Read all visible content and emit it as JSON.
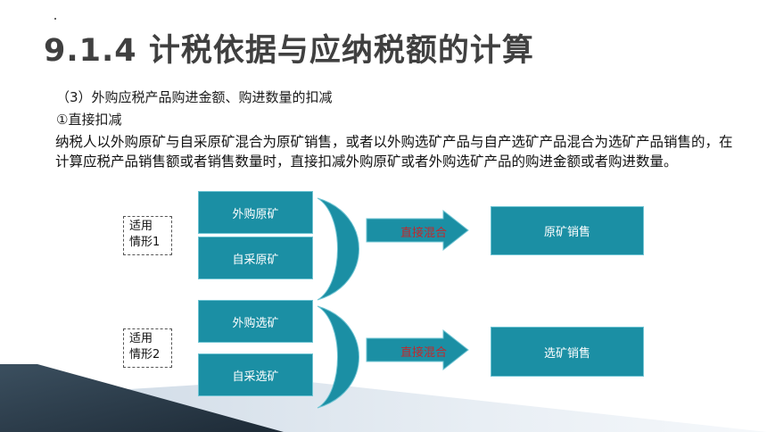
{
  "title": "9.1.4 计税依据与应纳税额的计算",
  "subheading": "（3）外购应税产品购进金额、购进数量的扣减",
  "item": "①直接扣减",
  "paragraph": "纳税人以外购原矿与自采原矿混合为原矿销售，或者以外购选矿产品与自产选矿产品混合为选矿产品销售的，在计算应税产品销售额或者销售数量时，直接扣减外购原矿或者外购选矿产品的购进金额或者购进数量。",
  "diagram": {
    "case1": {
      "label_line1": "适用",
      "label_line2": "情形1",
      "input1": "外购原矿",
      "input2": "自采原矿",
      "arrow": "直接混合",
      "output": "原矿销售"
    },
    "case2": {
      "label_line1": "适用",
      "label_line2": "情形2",
      "input1": "外购选矿",
      "input2": "自采选矿",
      "arrow": "直接混合",
      "output": "选矿销售"
    }
  },
  "colors": {
    "box_fill": "#1b8fa4",
    "box_border": "#6fc4d3",
    "arrow_text": "#c0282d",
    "title": "#404040"
  }
}
